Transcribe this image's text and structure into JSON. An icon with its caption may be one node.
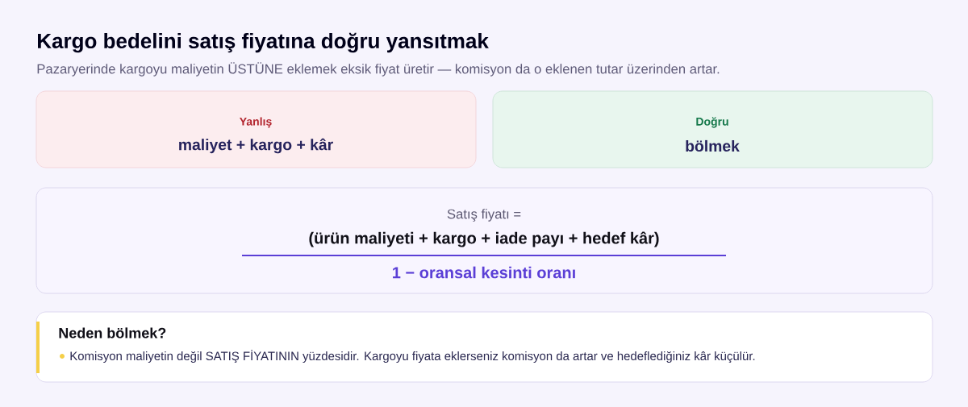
{
  "diagram": {
    "title": "Kargo bedelini satış fiyatına doğru yansıtmak",
    "nodes": [
      {
        "text": [
          "Yanlış",
          "maliyet + kargo + kâr"
        ]
      },
      {
        "text": [
          "Doğru",
          "bölmek"
        ]
      },
      {
        "text": [
          "Satış fiyatı =",
          "(ürün maliyeti + kargo + iade payı + hedef kâr)",
          "1 − oransal kesinti oranı"
        ]
      },
      {
        "text": [
          "Neden bölmek?",
          "Komisyon maliyetin değil SATIŞ FİYATININ yüzdesidir. Kargoyu fiyata eklerseniz komisyon da artar ve hedeflediğiniz kâr küçülür."
        ]
      }
    ],
    "labels": [
      "Pazaryerinde kargoyu maliyetin ÜSTÜNE eklemek eksik fiyat üretir — komisyon da o eklenen tutar üzerinden artar."
    ]
  }
}
